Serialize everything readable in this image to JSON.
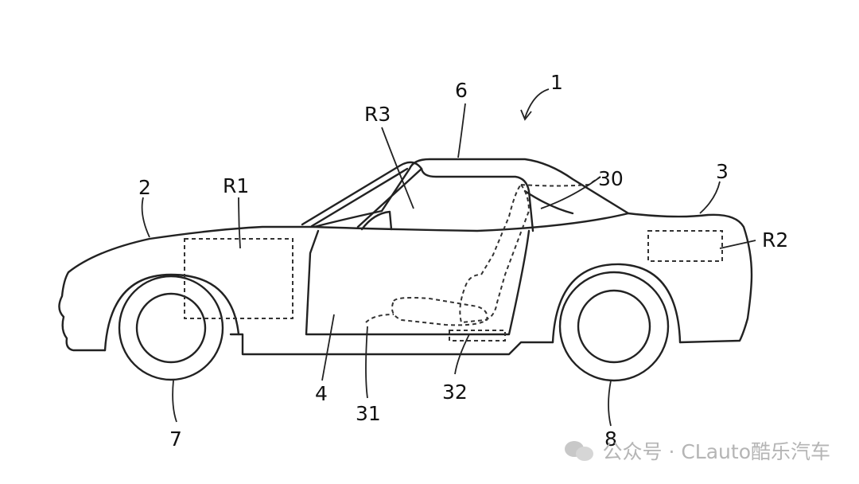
{
  "labels": {
    "vehicle": "1",
    "front": "2",
    "rear": "3",
    "door": "4",
    "roof": "6",
    "front_wheel": "7",
    "rear_wheel": "8",
    "seat": "30",
    "seat_cushion": "31",
    "seat_base": "32",
    "region_front": "R1",
    "region_rear": "R2",
    "region_cabin": "R3"
  },
  "watermark": {
    "text": "公众号 · CLauto酷乐汽车",
    "icon": "wechat-icon"
  }
}
